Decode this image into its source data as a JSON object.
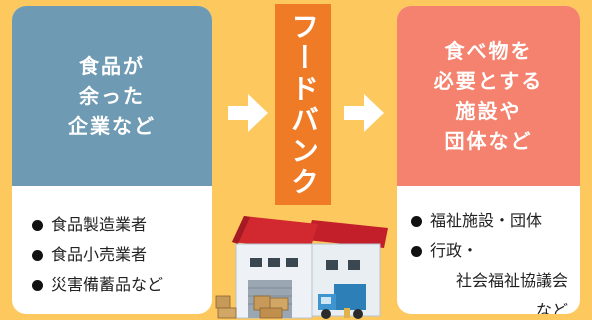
{
  "left_card": {
    "heading": [
      "食品が",
      "余った",
      "企業など"
    ],
    "items": [
      "食品製造業者",
      "食品小売業者",
      "災害備蓄品など"
    ]
  },
  "center": {
    "banner": "フードバンク",
    "icon": "warehouse-icon"
  },
  "right_card": {
    "heading": [
      "食べ物を",
      "必要とする",
      "施設や",
      "団体など"
    ],
    "items": [
      "福祉施設・団体",
      "行政・"
    ],
    "continuation": [
      "社会福祉協議会",
      "など"
    ]
  },
  "colors": {
    "background": "#fdc85e",
    "left_head": "#6e9ab3",
    "right_head": "#f4826e",
    "banner": "#f07b27",
    "roof": "#d2282f",
    "arrow": "#ffffff"
  }
}
